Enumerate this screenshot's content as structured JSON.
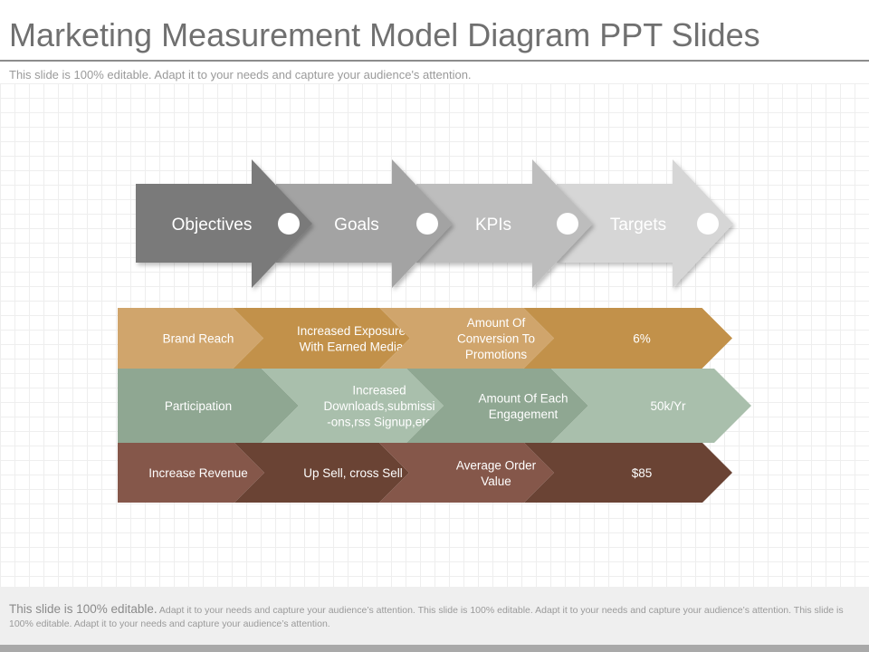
{
  "slide": {
    "title": "Marketing Measurement Model Diagram PPT Slides",
    "subtitle": "This slide is 100% editable.  Adapt it to your needs and capture your audience's attention."
  },
  "stages": [
    {
      "label": "Objectives",
      "color": "#7a7a7a"
    },
    {
      "label": "Goals",
      "color": "#a3a3a3"
    },
    {
      "label": "KPIs",
      "color": "#bdbdbd"
    },
    {
      "label": "Targets",
      "color": "#d6d6d6"
    }
  ],
  "rows": [
    {
      "colors": [
        "#d0a56c",
        "#c2914a",
        "#d0a56c",
        "#c2914a"
      ],
      "cells": [
        [
          "Brand Reach"
        ],
        [
          "Increased Exposure",
          "With Earned Media"
        ],
        [
          "Amount Of",
          "Conversion To",
          "Promotions"
        ],
        [
          "6%"
        ]
      ]
    },
    {
      "colors": [
        "#8fa792",
        "#a9bfac",
        "#8fa792",
        "#a9bfac"
      ],
      "cells": [
        [
          "Participation"
        ],
        [
          "Increased",
          "Downloads,submissi",
          "-ons,rss Signup,etc"
        ],
        [
          "Amount Of Each",
          "Engagement"
        ],
        [
          "50k/Yr"
        ]
      ]
    },
    {
      "colors": [
        "#85574a",
        "#6a4334",
        "#85574a",
        "#6a4334"
      ],
      "cells": [
        [
          "Increase Revenue"
        ],
        [
          "Up Sell, cross Sell"
        ],
        [
          "Average  Order",
          "Value"
        ],
        [
          "$85"
        ]
      ]
    }
  ],
  "footer": {
    "lead": "This slide is 100% editable.",
    "rest": " Adapt it to your needs and capture your audience’s attention. This slide is 100% editable. Adapt it to your needs and capture your audience’s attention. This slide is 100% editable. Adapt it to your needs and capture your audience’s attention."
  }
}
